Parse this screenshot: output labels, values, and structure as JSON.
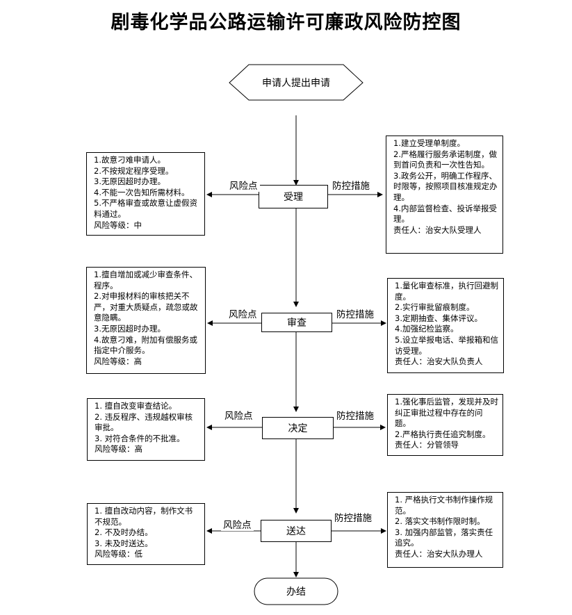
{
  "title": "剧毒化学品公路运输许可廉政风险防控图",
  "start": "申请人提出申请",
  "end": "办结",
  "stages": [
    {
      "name": "受理",
      "risk_label": "风险点",
      "control_label": "防控措施",
      "risks": [
        "1.故意刁难申请人。",
        "2.不按规定程序受理。",
        "3.无原因超时办理。",
        "4.不能一次告知所需材料。",
        "5.不严格审查或故意让虚假资料通过。",
        "风险等级：中"
      ],
      "controls": [
        "1.建立受理单制度。",
        "2.严格履行服务承诺制度，做到首问负责和一次性告知。",
        "3.政务公开，明确工作程序、时限等，按照项目核准规定办理。",
        "4.内部监督检查、投诉举报受理。",
        "责任人：治安大队受理人"
      ]
    },
    {
      "name": "审查",
      "risk_label": "风险点",
      "control_label": "防控措施",
      "risks": [
        "1.擅自增加或减少审查条件、程序。",
        "2.对申报材料的审核把关不严，对重大质疑点，疏忽或故意隐瞒。",
        "3.无原因超时办理。",
        "4.故意刁难，附加有偿服务或指定中介服务。",
        "风险等级：高"
      ],
      "controls": [
        "1.量化审查标准，执行回避制度。",
        "2.实行审批留痕制度。",
        "3.定期抽查、集体评议。",
        "4.加强纪检监察。",
        "5.设立举报电话、举报箱和信访受理。",
        "责任人：治安大队负责人"
      ]
    },
    {
      "name": "决定",
      "risk_label": "风险点",
      "control_label": "防控措施",
      "risks": [
        "1. 擅自改变审查结论。",
        "2. 违反程序、违规越权审核审批。",
        "3. 对符合条件的不批准。",
        "风险等级：高"
      ],
      "controls": [
        "1.强化事后监管，发现并及时纠正审批过程中存在的问题。",
        "2.严格执行责任追究制度。",
        "责任人：分管领导"
      ]
    },
    {
      "name": "送达",
      "risk_label": "风险点",
      "control_label": "防控措施",
      "risks": [
        "1. 擅自改动内容，制作文书不规范。",
        "2. 不及时办结。",
        "3. 未及时送达。",
        "风险等级：低"
      ],
      "controls": [
        "1. 严格执行文书制作操作规范。",
        "2. 落实文书制作限时制。",
        "3. 加强内部监管，落实责任追究。",
        "责任人：治安大队办理人"
      ]
    }
  ]
}
